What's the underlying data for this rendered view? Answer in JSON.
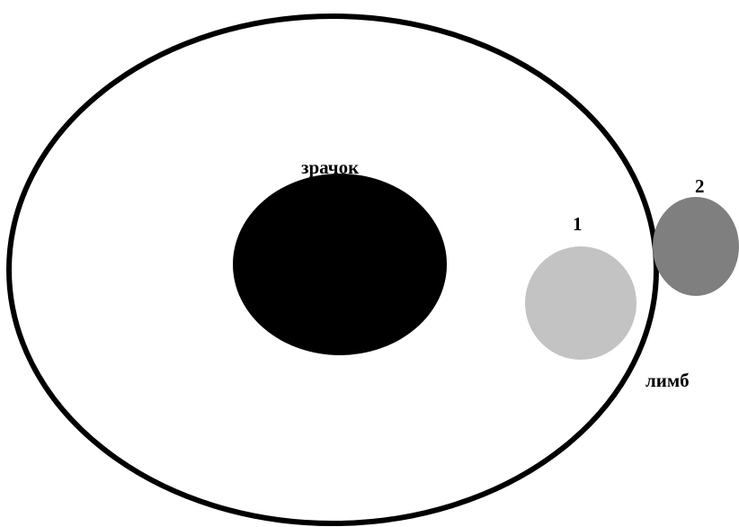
{
  "labels": {
    "pupil": "зрачок",
    "limbus": "лимб",
    "marker_1": "1",
    "marker_2": "2"
  },
  "colors": {
    "background": "#ffffff",
    "outline": "#000000",
    "pupil": "#000000",
    "spot_1": "#c3c3c3",
    "spot_2": "#7f7f7f"
  }
}
